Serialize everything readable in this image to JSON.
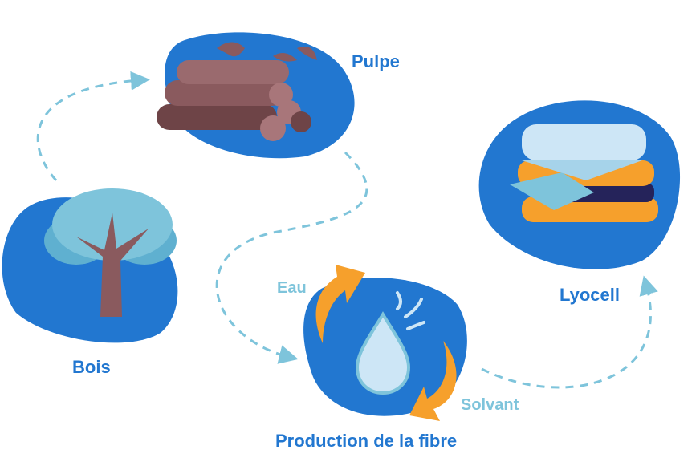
{
  "title": "Lyocell production cycle",
  "stages": {
    "wood": "Bois",
    "pulp": "Pulpe",
    "fiber": "Production de la fibre",
    "lyocell": "Lyocell"
  },
  "inputs": {
    "water": "Eau",
    "solvent": "Solvant"
  },
  "colors": {
    "blob": "#2277d0",
    "arrow": "#f6a02c",
    "dashed": "#7ec4db",
    "label": "#2277d0",
    "sublabel": "#7ec4db"
  }
}
